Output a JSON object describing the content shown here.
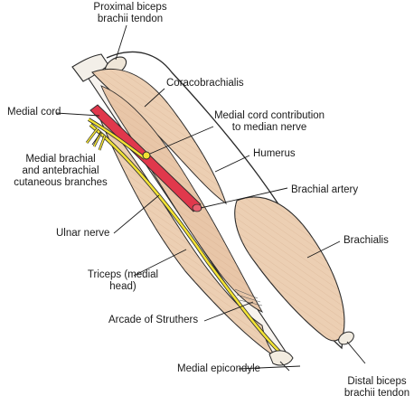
{
  "labels": {
    "proximal_biceps_tendon": [
      "Proximal biceps",
      "brachii tendon"
    ],
    "coracobrachialis": "Coracobrachialis",
    "medial_cord": "Medial cord",
    "medial_cord_contribution": [
      "Medial cord contribution",
      "to median nerve"
    ],
    "medial_brachial_branches": [
      "Medial brachial",
      "and antebrachial",
      "cutaneous branches"
    ],
    "humerus": "Humerus",
    "brachial_artery": "Brachial artery",
    "ulnar_nerve": "Ulnar nerve",
    "brachialis": "Brachialis",
    "triceps": [
      "Triceps (medial",
      "head)"
    ],
    "arcade_of_struthers": "Arcade of Struthers",
    "medial_epicondyle": "Medial epicondyle",
    "distal_biceps_tendon": [
      "Distal biceps",
      "brachii tendon"
    ]
  },
  "colors": {
    "muscle": "#eccfb3",
    "muscle_shadow": "#d6ab8a",
    "nerve": "#f2e235",
    "artery": "#e0384c",
    "outline": "#2a2a2a"
  }
}
